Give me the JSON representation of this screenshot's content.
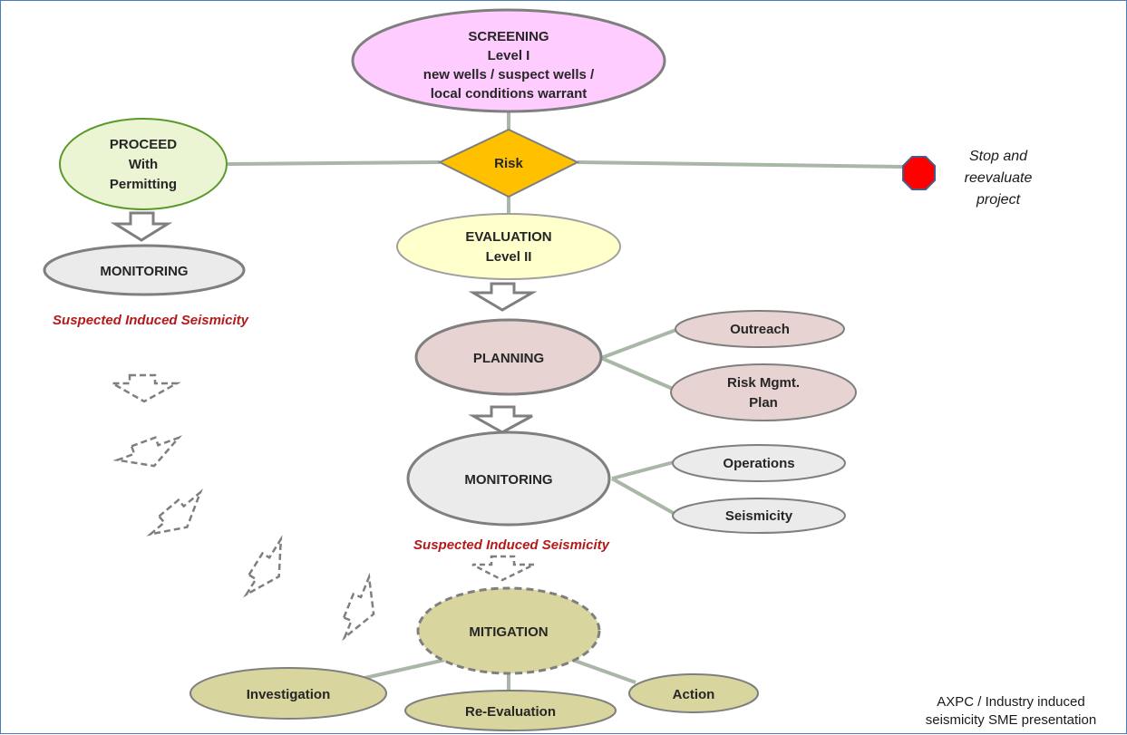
{
  "screening": {
    "line1": "SCREENING",
    "line2": "Level  I",
    "line3": "new wells /  suspect wells /",
    "line4": "local conditions warrant"
  },
  "risk": "Risk",
  "proceed": {
    "line1": "PROCEED",
    "line2": "With",
    "line3": "Permitting"
  },
  "stop": {
    "line1": "Stop and",
    "line2": "reevaluate",
    "line3": "project"
  },
  "monitoring_left": "MONITORING",
  "suspected_left": "Suspected Induced Seismicity",
  "evaluation": {
    "line1": "EVALUATION",
    "line2": "Level II"
  },
  "planning": "PLANNING",
  "outreach": "Outreach",
  "risk_mgmt": {
    "line1": "Risk Mgmt.",
    "line2": "Plan"
  },
  "monitoring_center": "MONITORING",
  "operations": "Operations",
  "seismicity": "Seismicity",
  "suspected_center": "Suspected Induced Seismicity",
  "mitigation": "MITIGATION",
  "investigation": "Investigation",
  "re_evaluation": "Re-Evaluation",
  "action": "Action",
  "credit": {
    "line1": "AXPC / Industry induced",
    "line2": "seismicity SME presentation"
  },
  "colors": {
    "screening_fill": "#ffccff",
    "proceed_fill": "#ebf5d4",
    "proceed_stroke": "#5a9a2a",
    "risk_fill": "#ffc000",
    "evaluation_fill": "#ffffcc",
    "planning_fill": "#e8d3d3",
    "monitoring_fill": "#ebebeb",
    "mitigation_fill": "#d9d59e",
    "stop_fill": "#ff0000",
    "connector": "#a9b7a6",
    "outline": "#7f7f7f",
    "red_text": "#b31b1b"
  }
}
